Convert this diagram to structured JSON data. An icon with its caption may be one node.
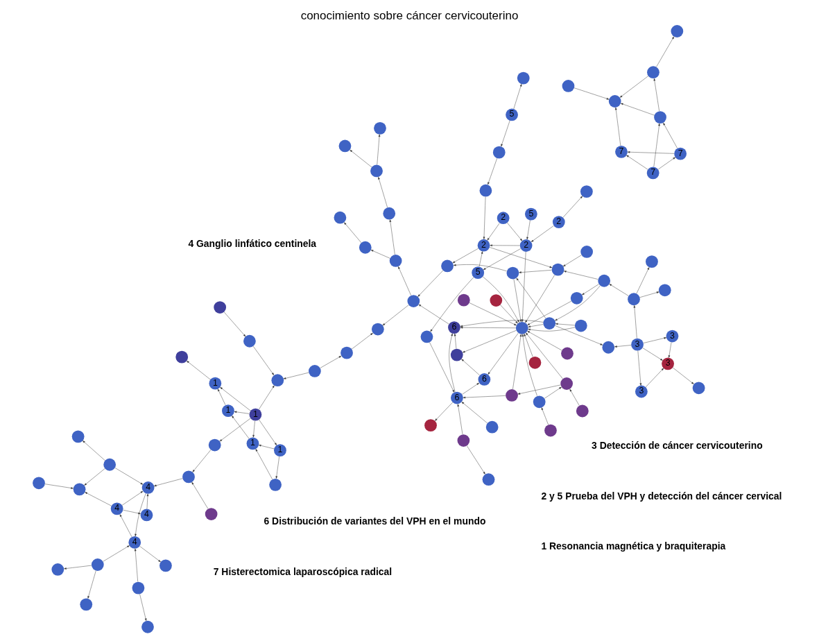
{
  "diagram": {
    "title": "conocimiento sobre cáncer cervicouterino",
    "nodes": [
      {
        "text": [],
        "shape": "circle"
      },
      {
        "text": [],
        "shape": "circle"
      },
      {
        "text": [],
        "shape": "circle"
      },
      {
        "text": [],
        "shape": "circle"
      },
      {
        "text": [],
        "shape": "circle"
      },
      {
        "text": [],
        "shape": "circle"
      },
      {
        "text": [],
        "shape": "circle"
      },
      {
        "text": [],
        "shape": "circle"
      },
      {
        "text": [],
        "shape": "circle"
      },
      {
        "text": [],
        "shape": "circle"
      },
      {
        "text": [],
        "shape": "circle"
      },
      {
        "text": [],
        "shape": "circle"
      },
      {
        "text": [],
        "shape": "circle"
      },
      {
        "text": [],
        "shape": "circle"
      },
      {
        "text": [],
        "shape": "circle"
      },
      {
        "text": [
          "2"
        ]
      },
      {
        "text": [
          "2"
        ]
      },
      {
        "text": [
          "5"
        ]
      },
      {
        "text": [
          "5"
        ]
      },
      {
        "text": [
          "5"
        ]
      },
      {
        "text": [
          "2"
        ]
      },
      {
        "text": [],
        "shape": "circle"
      },
      {
        "text": [],
        "shape": "circle"
      },
      {
        "text": [],
        "shape": "circle"
      },
      {
        "text": [
          "2"
        ]
      },
      {
        "text": [],
        "shape": "circle"
      },
      {
        "text": [
          "6"
        ]
      },
      {
        "text": [],
        "shape": "circle"
      },
      {
        "text": [],
        "shape": "circle"
      },
      {
        "text": [
          "6"
        ]
      },
      {
        "text": [],
        "shape": "circle"
      },
      {
        "text": [],
        "shape": "circle"
      },
      {
        "text": [],
        "shape": "circle"
      },
      {
        "text": [
          "6"
        ]
      },
      {
        "text": [],
        "shape": "circle"
      },
      {
        "text": [],
        "shape": "circle"
      },
      {
        "text": [],
        "shape": "circle"
      },
      {
        "text": [],
        "shape": "circle"
      },
      {
        "text": [],
        "shape": "circle"
      },
      {
        "text": [],
        "shape": "circle"
      },
      {
        "text": [],
        "shape": "circle"
      },
      {
        "text": [],
        "shape": "circle"
      },
      {
        "text": [],
        "shape": "circle"
      },
      {
        "text": [
          "3"
        ]
      },
      {
        "text": [
          "3"
        ]
      },
      {
        "text": [
          "3"
        ]
      },
      {
        "text": [
          "3"
        ]
      },
      {
        "text": [],
        "shape": "circle"
      },
      {
        "text": [],
        "shape": "circle"
      },
      {
        "text": [],
        "shape": "circle"
      },
      {
        "text": [],
        "shape": "circle"
      },
      {
        "text": [],
        "shape": "circle"
      },
      {
        "text": [],
        "shape": "circle"
      },
      {
        "text": [],
        "shape": "circle"
      },
      {
        "text": [],
        "shape": "circle"
      },
      {
        "text": [],
        "shape": "circle"
      },
      {
        "text": [],
        "shape": "circle"
      },
      {
        "text": [],
        "shape": "circle"
      },
      {
        "text": [],
        "shape": "circle"
      },
      {
        "text": [],
        "shape": "circle"
      },
      {
        "text": [],
        "shape": "circle"
      },
      {
        "text": [
          "1"
        ]
      },
      {
        "text": [
          "1"
        ]
      },
      {
        "text": [
          "1"
        ]
      },
      {
        "text": [],
        "shape": "circle"
      },
      {
        "text": [
          "1"
        ]
      },
      {
        "text": [
          "1"
        ]
      },
      {
        "text": [],
        "shape": "circle"
      },
      {
        "text": [],
        "shape": "circle"
      },
      {
        "text": [],
        "shape": "circle"
      },
      {
        "text": [],
        "shape": "circle"
      },
      {
        "text": [],
        "shape": "circle"
      },
      {
        "text": [],
        "shape": "circle"
      },
      {
        "text": [],
        "shape": "circle"
      },
      {
        "text": [],
        "shape": "circle"
      },
      {
        "text": [],
        "shape": "circle"
      },
      {
        "text": [],
        "shape": "circle"
      },
      {
        "text": [
          "4"
        ]
      },
      {
        "text": [
          "4"
        ]
      },
      {
        "text": [
          "4"
        ]
      },
      {
        "text": [
          "4"
        ]
      },
      {
        "text": [],
        "shape": "circle"
      },
      {
        "text": [],
        "shape": "circle"
      },
      {
        "text": [],
        "shape": "circle"
      },
      {
        "text": [],
        "shape": "circle"
      },
      {
        "text": [
          "7"
        ]
      },
      {
        "text": [
          "7"
        ]
      },
      {
        "text": [
          "7"
        ]
      },
      {
        "text": [],
        "shape": "circle"
      },
      {
        "text": [],
        "shape": "circle"
      },
      {
        "text": [],
        "shape": "circle"
      },
      {
        "text": [],
        "shape": "circle"
      },
      {
        "text": [],
        "shape": "circle"
      }
    ],
    "edges": [
      {
        "from": 0,
        "to": 2,
        "arrow": "to"
      },
      {
        "from": 1,
        "to": 3,
        "arrow": "to"
      },
      {
        "from": 2,
        "to": 3,
        "arrow": "to"
      },
      {
        "from": 2,
        "to": 11,
        "arrow": "to"
      },
      {
        "from": 3,
        "to": 11,
        "arrow": "to"
      },
      {
        "from": 3,
        "to": 9,
        "arrow": "to"
      },
      {
        "from": 10,
        "to": 4,
        "arrow": "to"
      },
      {
        "from": 5,
        "to": 11,
        "arrow": "to"
      },
      {
        "from": 6,
        "to": 11,
        "arrow": "to"
      },
      {
        "from": 7,
        "to": 11,
        "arrow": "to"
      },
      {
        "from": 8,
        "to": 11,
        "arrow": "to"
      },
      {
        "from": 9,
        "to": 11,
        "arrow": "to"
      },
      {
        "from": 10,
        "to": 26,
        "arrow": "to"
      },
      {
        "from": 9,
        "to": 26,
        "arrow": "to"
      },
      {
        "from": 12,
        "to": 11,
        "arrow": "to"
      },
      {
        "from": 13,
        "to": 26,
        "arrow": "to"
      },
      {
        "from": 16,
        "to": 11,
        "arrow": "to"
      },
      {
        "from": 17,
        "to": 11,
        "arrow": "to"
      },
      {
        "from": 32,
        "to": 11,
        "arrow": "to"
      },
      {
        "from": 28,
        "to": 11,
        "arrow": "to"
      },
      {
        "from": 31,
        "to": 11,
        "arrow": "to"
      },
      {
        "from": 11,
        "to": 30,
        "arrow": "to"
      },
      {
        "from": 11,
        "to": 33,
        "arrow": "to"
      },
      {
        "from": 11,
        "to": 29,
        "arrow": "to"
      },
      {
        "from": 35,
        "to": 11,
        "arrow": "to"
      },
      {
        "from": 15,
        "to": 14,
        "arrow": "to"
      },
      {
        "from": 15,
        "to": 16,
        "arrow": "to"
      },
      {
        "from": 18,
        "to": 16,
        "arrow": "to"
      },
      {
        "from": 20,
        "to": 16,
        "arrow": "to"
      },
      {
        "from": 16,
        "to": 17,
        "arrow": "to"
      },
      {
        "from": 19,
        "to": 21,
        "arrow": "to"
      },
      {
        "from": 19,
        "to": 22,
        "arrow": "to"
      },
      {
        "from": 22,
        "to": 23,
        "arrow": "to"
      },
      {
        "from": 23,
        "to": 24,
        "arrow": "to"
      },
      {
        "from": 20,
        "to": 24,
        "arrow": "to"
      },
      {
        "from": 16,
        "to": 24,
        "arrow": "to"
      },
      {
        "from": 17,
        "to": 24,
        "arrow": "to"
      },
      {
        "from": 17,
        "to": 25,
        "arrow": "to"
      },
      {
        "from": 24,
        "to": 32,
        "arrow": "to"
      },
      {
        "from": 24,
        "to": 37,
        "arrow": "to"
      },
      {
        "from": 25,
        "to": 26,
        "arrow": "to"
      },
      {
        "from": 26,
        "to": 27,
        "arrow": "to"
      },
      {
        "from": 26,
        "to": 29,
        "arrow": "to"
      },
      {
        "from": 26,
        "to": 33,
        "arrow": "to"
      },
      {
        "from": 29,
        "to": 30,
        "arrow": "to"
      },
      {
        "from": 30,
        "to": 33,
        "arrow": "to"
      },
      {
        "from": 33,
        "to": 38,
        "arrow": "to"
      },
      {
        "from": 28,
        "to": 31,
        "arrow": "to"
      },
      {
        "from": 31,
        "to": 35,
        "arrow": "to"
      },
      {
        "from": 31,
        "to": 33,
        "arrow": "to"
      },
      {
        "from": 32,
        "to": 35,
        "arrow": "to"
      },
      {
        "from": 34,
        "to": 32,
        "arrow": "to"
      },
      {
        "from": 34,
        "to": 31,
        "arrow": "to"
      },
      {
        "from": 35,
        "to": 37,
        "arrow": "to"
      },
      {
        "from": 37,
        "to": 38,
        "arrow": "to"
      },
      {
        "from": 34,
        "to": 12,
        "arrow": "to"
      },
      {
        "from": 36,
        "to": 32,
        "arrow": "to"
      },
      {
        "from": 39,
        "to": 34,
        "arrow": "to"
      },
      {
        "from": 39,
        "to": 40,
        "arrow": "to"
      },
      {
        "from": 39,
        "to": 41,
        "arrow": "to"
      },
      {
        "from": 43,
        "to": 39,
        "arrow": "to"
      },
      {
        "from": 43,
        "to": 42,
        "arrow": "to"
      },
      {
        "from": 31,
        "to": 42,
        "arrow": "to"
      },
      {
        "from": 43,
        "to": 44,
        "arrow": "to"
      },
      {
        "from": 43,
        "to": 45,
        "arrow": "to"
      },
      {
        "from": 43,
        "to": 46,
        "arrow": "to"
      },
      {
        "from": 45,
        "to": 46,
        "arrow": "to"
      },
      {
        "from": 44,
        "to": 46,
        "arrow": "to"
      },
      {
        "from": 46,
        "to": 47,
        "arrow": "to"
      },
      {
        "from": 38,
        "to": 48,
        "arrow": "to"
      },
      {
        "from": 56,
        "to": 48,
        "arrow": "to"
      },
      {
        "from": 57,
        "to": 56,
        "arrow": "to"
      },
      {
        "from": 57,
        "to": 58,
        "arrow": "to"
      },
      {
        "from": 61,
        "to": 58,
        "arrow": "to"
      },
      {
        "from": 59,
        "to": 58,
        "arrow": "to"
      },
      {
        "from": 60,
        "to": 59,
        "arrow": "to"
      },
      {
        "from": 38,
        "to": 49,
        "arrow": "to"
      },
      {
        "from": 49,
        "to": 50,
        "arrow": "to"
      },
      {
        "from": 50,
        "to": 51,
        "arrow": "to"
      },
      {
        "from": 49,
        "to": 52,
        "arrow": "to"
      },
      {
        "from": 52,
        "to": 53,
        "arrow": "to"
      },
      {
        "from": 53,
        "to": 54,
        "arrow": "to"
      },
      {
        "from": 53,
        "to": 55,
        "arrow": "to"
      },
      {
        "from": 61,
        "to": 62,
        "arrow": "to"
      },
      {
        "from": 61,
        "to": 63,
        "arrow": "to"
      },
      {
        "from": 61,
        "to": 65,
        "arrow": "to"
      },
      {
        "from": 61,
        "to": 66,
        "arrow": "to"
      },
      {
        "from": 62,
        "to": 63,
        "arrow": "to"
      },
      {
        "from": 63,
        "to": 65,
        "arrow": "to"
      },
      {
        "from": 64,
        "to": 63,
        "arrow": "to"
      },
      {
        "from": 65,
        "to": 66,
        "arrow": "to"
      },
      {
        "from": 66,
        "to": 67,
        "arrow": "to"
      },
      {
        "from": 62,
        "to": 64,
        "arrow": "to"
      },
      {
        "from": 61,
        "to": 68,
        "arrow": "to"
      },
      {
        "from": 68,
        "to": 69,
        "arrow": "to"
      },
      {
        "from": 70,
        "to": 69,
        "arrow": "to"
      },
      {
        "from": 69,
        "to": 80,
        "arrow": "to"
      },
      {
        "from": 80,
        "to": 77,
        "arrow": "to"
      },
      {
        "from": 77,
        "to": 78,
        "arrow": "to"
      },
      {
        "from": 78,
        "to": 80,
        "arrow": "to"
      },
      {
        "from": 79,
        "to": 80,
        "arrow": "to"
      },
      {
        "from": 81,
        "to": 80,
        "arrow": "to"
      },
      {
        "from": 78,
        "to": 82,
        "arrow": "to"
      },
      {
        "from": 83,
        "to": 82,
        "arrow": "to"
      },
      {
        "from": 81,
        "to": 82,
        "arrow": "to"
      },
      {
        "from": 81,
        "to": 84,
        "arrow": "to"
      },
      {
        "from": 78,
        "to": 79,
        "arrow": "to"
      },
      {
        "from": 71,
        "to": 72,
        "arrow": "to"
      },
      {
        "from": 71,
        "to": 73,
        "arrow": "to"
      },
      {
        "from": 71,
        "to": 77,
        "arrow": "to"
      },
      {
        "from": 75,
        "to": 77,
        "arrow": "to"
      },
      {
        "from": 75,
        "to": 74,
        "arrow": "to"
      },
      {
        "from": 77,
        "to": 76,
        "arrow": "to"
      },
      {
        "from": 85,
        "to": 86,
        "arrow": "to"
      },
      {
        "from": 85,
        "to": 87,
        "arrow": "to"
      },
      {
        "from": 85,
        "to": 88,
        "arrow": "to"
      },
      {
        "from": 86,
        "to": 87,
        "arrow": "to"
      },
      {
        "from": 86,
        "to": 88,
        "arrow": "to"
      },
      {
        "from": 87,
        "to": 89,
        "arrow": "to"
      },
      {
        "from": 88,
        "to": 89,
        "arrow": "to"
      },
      {
        "from": 88,
        "to": 90,
        "arrow": "to"
      },
      {
        "from": 90,
        "to": 89,
        "arrow": "to"
      },
      {
        "from": 91,
        "to": 89,
        "arrow": "to"
      },
      {
        "from": 90,
        "to": 92,
        "arrow": "to"
      }
    ],
    "labels": [
      "2 y 5 Prueba del VPH y detección del cáncer cervical",
      "4 Ganglio linfático centinela",
      "6 Distribución de variantes del VPH en el mundo",
      "1 Resonancia magnética y braquiterapia",
      "3 Detección de cáncer cervicouterino",
      "7 Histerectomica laparoscópica radical"
    ]
  }
}
